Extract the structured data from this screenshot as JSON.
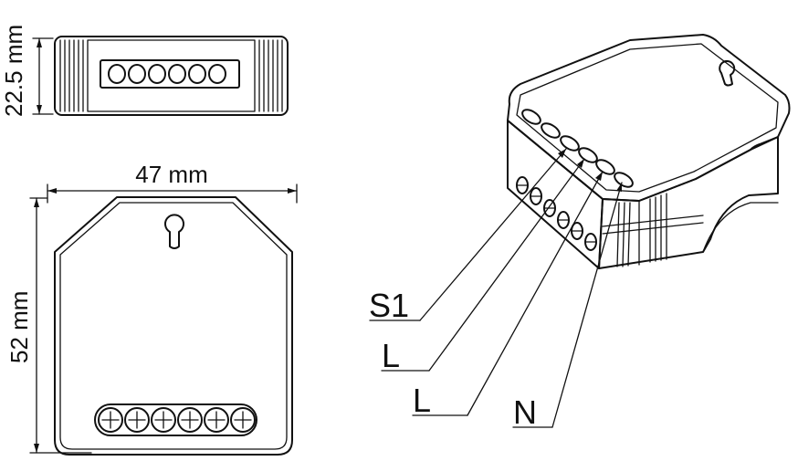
{
  "dimensions": {
    "height_top": "22.5 mm",
    "width": "47 mm",
    "height_front": "52 mm"
  },
  "terminals": {
    "s1": "S1",
    "l1": "L",
    "l2": "L",
    "n": "N"
  }
}
